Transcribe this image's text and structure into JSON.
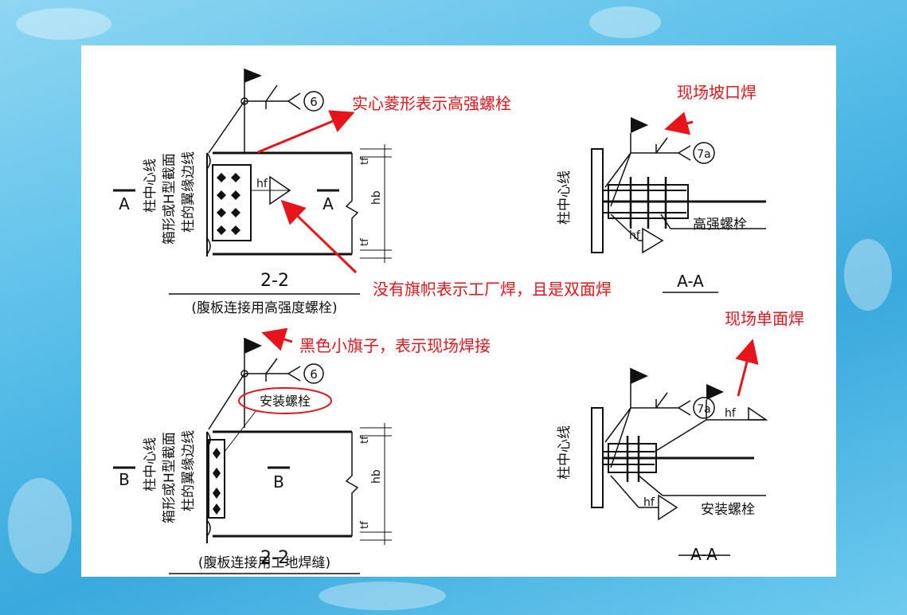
{
  "top_left": {
    "label_2_2": "2-2",
    "caption": "(腹板连接用高强度螺栓)",
    "section_A_left": "A",
    "section_A_right": "A",
    "weld_ref": "6",
    "vertical_labels": [
      "柱中心线",
      "箱形或H型截面",
      "柱的翼缘边线"
    ],
    "tf_top": "tf",
    "tf_bottom": "tf",
    "hb": "hb",
    "hf": "hf"
  },
  "top_right": {
    "title": "A-A",
    "centerline": "柱中心线",
    "weld_ref": "7a",
    "bolt_label": "高强螺栓",
    "hf": "hf"
  },
  "bottom_left": {
    "label_2_2": "2-2",
    "caption": "(腹板连接用工地焊缝)",
    "section_B_left": "B",
    "section_B_right": "B",
    "weld_ref": "6",
    "vertical_labels": [
      "柱中心线",
      "箱形或H型截面",
      "柱的翼缘边线"
    ],
    "tf_top": "tf",
    "tf_bottom": "tf",
    "hb": "hb",
    "circled_label": "安装螺栓"
  },
  "bottom_right": {
    "title": "A-A",
    "centerline": "柱中心线",
    "weld_ref": "7a",
    "bolt_label": "安装螺栓",
    "hf": "hf",
    "hf2": "hf"
  },
  "annotations": {
    "solid_diamond": "实心菱形表示高强螺栓",
    "field_groove": "现场坡口焊",
    "no_flag": "没有旗帜表示工厂焊，且是双面焊",
    "black_flag": "黑色小旗子，表示现场焊接",
    "field_single": "现场单面焊"
  },
  "colors": {
    "annotation": "#e8141b",
    "drawing": "#111111",
    "background": "#5cc0ea"
  }
}
